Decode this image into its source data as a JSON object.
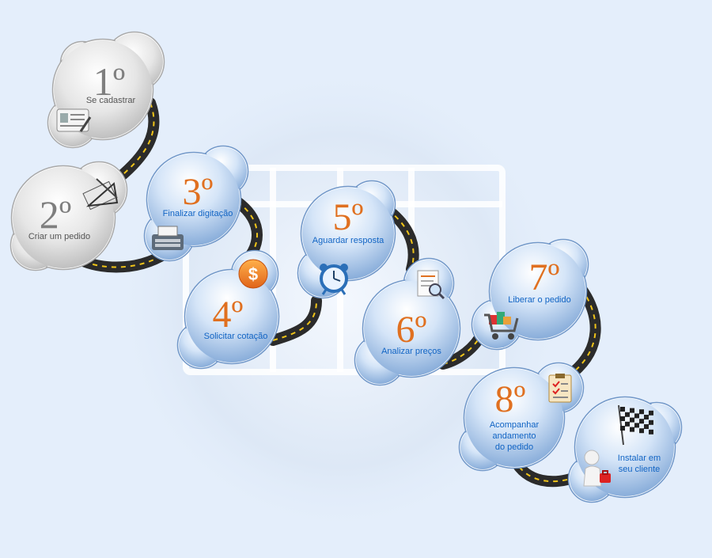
{
  "steps": [
    {
      "num": "1º",
      "label": [
        "Se cadastrar"
      ],
      "icon": "id-card-icon",
      "theme": "gray"
    },
    {
      "num": "2º",
      "label": [
        "Criar um pedido"
      ],
      "icon": "drafting-tools-icon",
      "theme": "gray"
    },
    {
      "num": "3º",
      "label": [
        "Finalizar digitação"
      ],
      "icon": "typewriter-icon",
      "theme": "blue"
    },
    {
      "num": "4º",
      "label": [
        "Solicitar cotação"
      ],
      "icon": "dollar-coin-icon",
      "theme": "blue"
    },
    {
      "num": "5º",
      "label": [
        "Aguardar resposta"
      ],
      "icon": "alarm-clock-icon",
      "theme": "blue"
    },
    {
      "num": "6º",
      "label": [
        "Analizar preços"
      ],
      "icon": "document-search-icon",
      "theme": "blue"
    },
    {
      "num": "7º",
      "label": [
        "Liberar o pedido"
      ],
      "icon": "shopping-cart-icon",
      "theme": "blue"
    },
    {
      "num": "8º",
      "label": [
        "Acompanhar",
        "andamento",
        "do pedido"
      ],
      "icon": "clipboard-checklist-icon",
      "theme": "blue"
    },
    {
      "num": "",
      "label": [
        "Instalar em",
        "seu cliente"
      ],
      "icon": "checkered-flag-icon",
      "theme": "blue"
    }
  ],
  "colors": {
    "background": "#e4eefb",
    "number_orange": "#e07020",
    "number_gray": "#7f7f7f",
    "label_blue": "#1164c4",
    "label_gray": "#555555",
    "road": "#2b2b2b",
    "road_dash": "#f0c419"
  }
}
